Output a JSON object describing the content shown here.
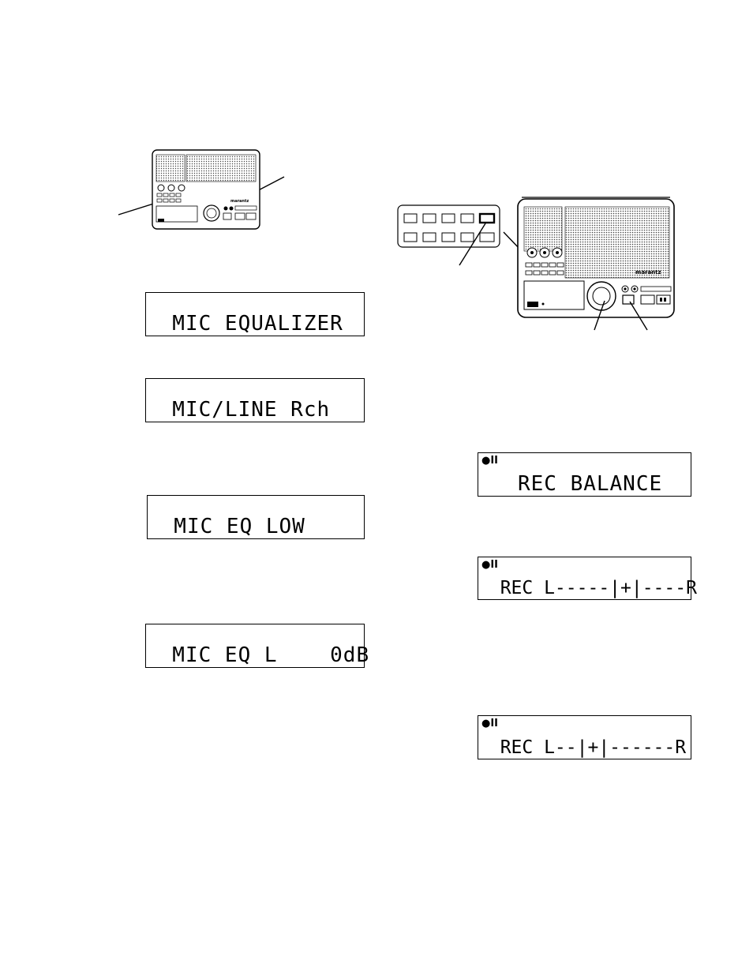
{
  "illustrations": {
    "small_device": {
      "brand": "marantz"
    },
    "large_device": {
      "brand": "marantz"
    }
  },
  "lcd_displays": [
    {
      "text": "  MIC EQUALIZER"
    },
    {
      "text": "  MIC/LINE Rch"
    },
    {
      "text": "  MIC EQ LOW"
    },
    {
      "text": "  MIC EQ L    0dB"
    },
    {
      "indicator": "●II",
      "text": "   REC BALANCE"
    },
    {
      "indicator": "●II",
      "text": "  REC L-----|+|----R"
    },
    {
      "indicator": "●II",
      "text": "  REC L--|+|------R"
    }
  ]
}
